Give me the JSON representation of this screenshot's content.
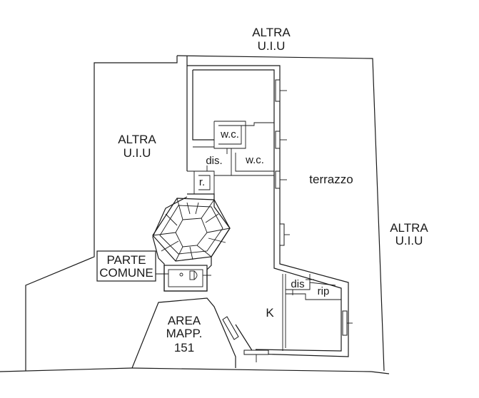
{
  "labels": {
    "altra_uiu_top_line1": "ALTRA",
    "altra_uiu_top_line2": "U.I.U",
    "altra_uiu_left_line1": "ALTRA",
    "altra_uiu_left_line2": "U.I.U",
    "altra_uiu_right_line1": "ALTRA",
    "altra_uiu_right_line2": "U.I.U",
    "terrazzo": "terrazzo",
    "wc_upper": "w.c.",
    "wc_lower": "w.c.",
    "dis_upper": "dis.",
    "r": "r.",
    "parte_comune_line1": "PARTE",
    "parte_comune_line2": "COMUNE",
    "area_mapp_line1": "AREA",
    "area_mapp_line2": "MAPP.",
    "area_mapp_line3": "151",
    "k": "K",
    "dis_lower": "dis",
    "rip": "rip"
  }
}
